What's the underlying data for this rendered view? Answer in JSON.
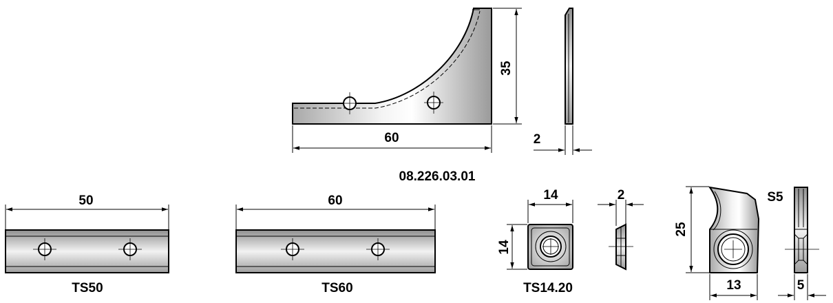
{
  "corner_knife": {
    "width_dim": "60",
    "height_dim": "35",
    "thickness_dim": "2",
    "part_number": "08.226.03.01"
  },
  "ts50": {
    "length_dim": "50",
    "label": "TS50"
  },
  "ts60": {
    "length_dim": "60",
    "label": "TS60"
  },
  "ts1420": {
    "width_dim": "14",
    "height_dim": "14",
    "thickness_dim": "2",
    "label": "TS14.20"
  },
  "s5": {
    "height_dim": "25",
    "width_dim": "13",
    "thickness_dim": "5",
    "label": "S5"
  }
}
